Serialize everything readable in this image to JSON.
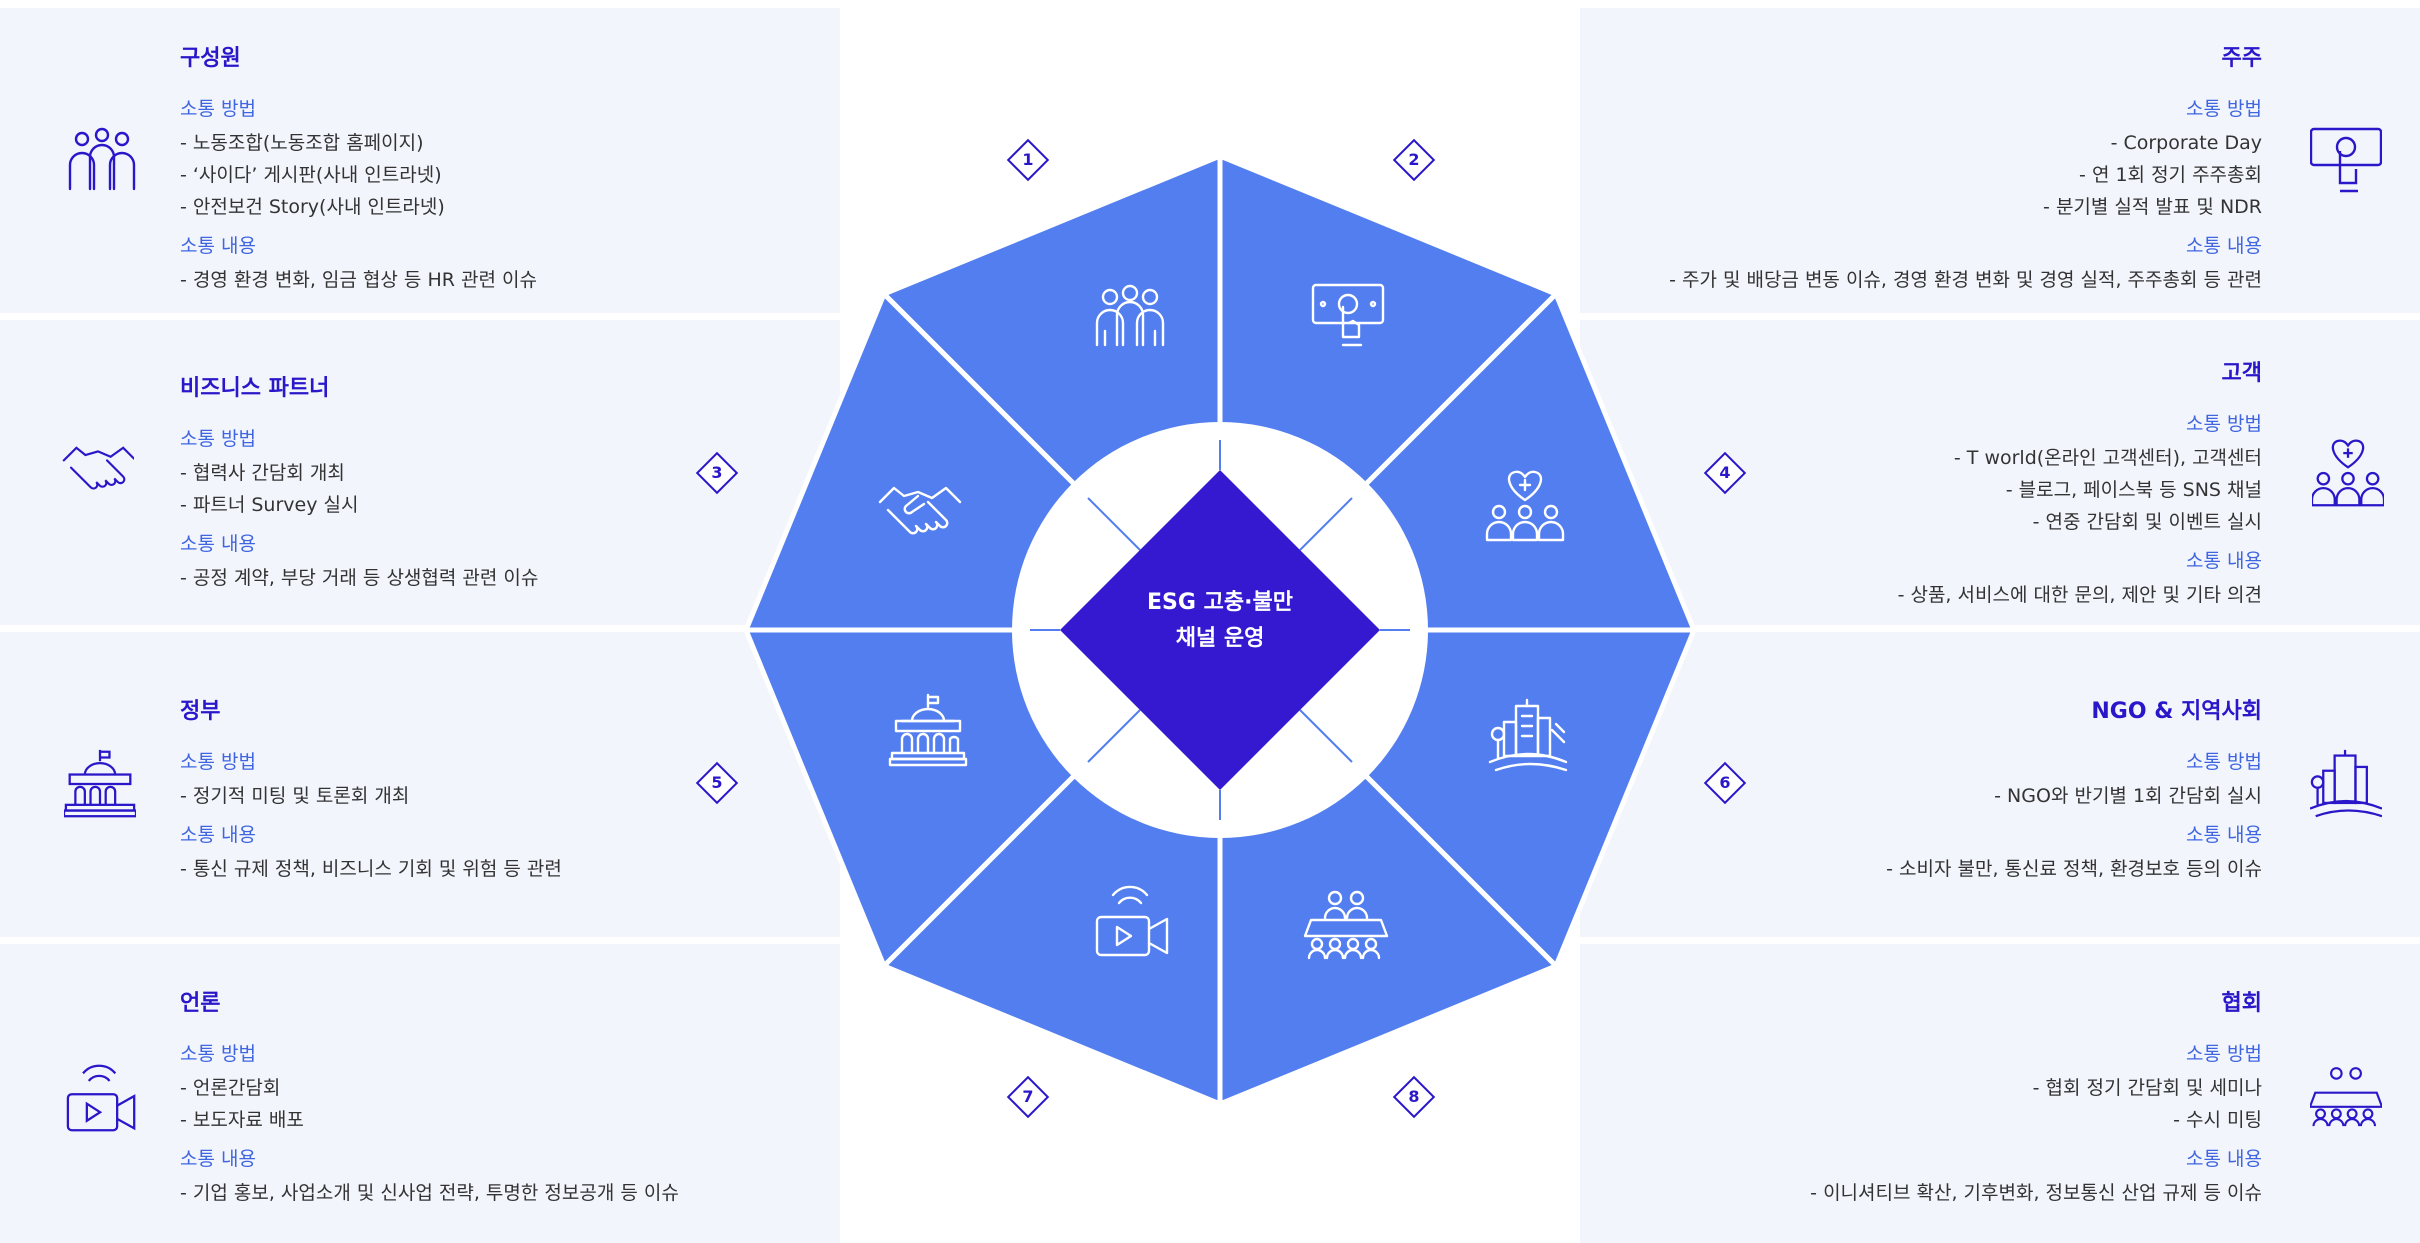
{
  "center": {
    "line1": "ESG 고충·불만",
    "line2": "채널 운영"
  },
  "stakeholders": [
    {
      "no": "1",
      "title": "구성원",
      "method_label": "소통 방법",
      "methods": [
        "- 노동조합(노동조합 홈페이지)",
        "- ‘사이다’ 게시판(사내 인트라넷)",
        "- 안전보건 Story(사내 인트라넷)"
      ],
      "content_label": "소통 내용",
      "contents": [
        "- 경영 환경 변화, 임금 협상 등 HR 관련 이슈"
      ],
      "icon": "people-group-icon"
    },
    {
      "no": "2",
      "title": "주주",
      "method_label": "소통 방법",
      "methods": [
        "- Corporate Day",
        "- 연 1회 정기 주주총회",
        "- 분기별 실적 발표 및 NDR"
      ],
      "content_label": "소통 내용",
      "contents": [
        "- 주가 및 배당금 변동 이슈, 경영 환경 변화 및 경영 실적, 주주총회 등 관련"
      ],
      "icon": "money-hand-icon"
    },
    {
      "no": "3",
      "title": "비즈니스 파트너",
      "method_label": "소통 방법",
      "methods": [
        "- 협력사 간담회 개최",
        "- 파트너 Survey 실시"
      ],
      "content_label": "소통 내용",
      "contents": [
        "- 공정 계약, 부당 거래 등 상생협력 관련 이슈"
      ],
      "icon": "handshake-icon"
    },
    {
      "no": "4",
      "title": "고객",
      "method_label": "소통 방법",
      "methods": [
        "- T world(온라인 고객센터), 고객센터",
        "- 블로그, 페이스북 등 SNS 채널",
        "- 연중 간담회 및 이벤트 실시"
      ],
      "content_label": "소통 내용",
      "contents": [
        "- 상품, 서비스에 대한 문의, 제안 및 기타 의견"
      ],
      "icon": "heart-people-icon"
    },
    {
      "no": "5",
      "title": "정부",
      "method_label": "소통 방법",
      "methods": [
        "- 정기적 미팅 및 토론회 개최"
      ],
      "content_label": "소통 내용",
      "contents": [
        "- 통신 규제 정책, 비즈니스 기회 및 위험 등 관련"
      ],
      "icon": "government-building-icon"
    },
    {
      "no": "6",
      "title": "NGO & 지역사회",
      "method_label": "소통 방법",
      "methods": [
        "- NGO와 반기별 1회 간담회 실시"
      ],
      "content_label": "소통 내용",
      "contents": [
        "- 소비자 불만, 통신료 정책, 환경보호 등의 이슈"
      ],
      "icon": "city-icon"
    },
    {
      "no": "7",
      "title": "언론",
      "method_label": "소통 방법",
      "methods": [
        "- 언론간담회",
        "- 보도자료 배포"
      ],
      "content_label": "소통 내용",
      "contents": [
        "- 기업 홍보, 사업소개 및 신사업 전략, 투명한 정보공개 등 이슈"
      ],
      "icon": "video-camera-icon"
    },
    {
      "no": "8",
      "title": "협회",
      "method_label": "소통 방법",
      "methods": [
        "- 협회 정기 간담회 및 세미나",
        "- 수시 미팅"
      ],
      "content_label": "소통 내용",
      "contents": [
        "- 이니셔티브 확산, 기후변화, 정보통신 산업 규제 등 이슈"
      ],
      "icon": "meeting-table-icon"
    }
  ],
  "colors": {
    "accent": "#2a17c9",
    "segment": "#527ef0",
    "sublabel": "#3f66e0",
    "panel": "#f3f5fc"
  }
}
